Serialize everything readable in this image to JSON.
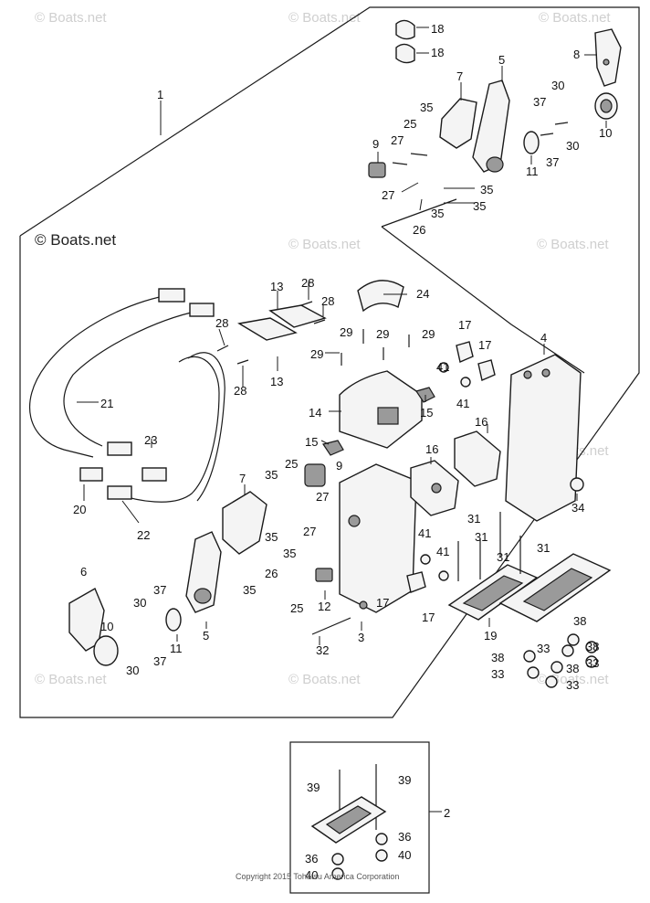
{
  "watermark": "© Boats.net",
  "copyright": "Copyright 2015 Tohatsu America Corporation",
  "callouts": {
    "n1": "1",
    "n2": "2",
    "n3": "3",
    "n4": "4",
    "n5": "5",
    "n5b": "5",
    "n6": "6",
    "n7": "7",
    "n7b": "7",
    "n8": "8",
    "n9": "9",
    "n9b": "9",
    "n10": "10",
    "n10b": "10",
    "n11": "11",
    "n11b": "11",
    "n12": "12",
    "n13": "13",
    "n13b": "13",
    "n14": "14",
    "n15": "15",
    "n15b": "15",
    "n16": "16",
    "n16b": "16",
    "n17": "17",
    "n17b": "17",
    "n17c": "17",
    "n17d": "17",
    "n18": "18",
    "n18b": "18",
    "n19": "19",
    "n20": "20",
    "n21": "21",
    "n22": "22",
    "n23": "23",
    "n24": "24",
    "n25": "25",
    "n25b": "25",
    "n25c": "25",
    "n26": "26",
    "n26b": "26",
    "n27": "27",
    "n27b": "27",
    "n27c": "27",
    "n27d": "27",
    "n28": "28",
    "n28b": "28",
    "n28c": "28",
    "n28d": "28",
    "n29": "29",
    "n29b": "29",
    "n29c": "29",
    "n29d": "29",
    "n30": "30",
    "n30b": "30",
    "n30c": "30",
    "n30d": "30",
    "n31": "31",
    "n31b": "31",
    "n31c": "31",
    "n31d": "31",
    "n32": "32",
    "n33": "33",
    "n33b": "33",
    "n33c": "33",
    "n33d": "33",
    "n34": "34",
    "n35": "35",
    "n35b": "35",
    "n35c": "35",
    "n35d": "35",
    "n35e": "35",
    "n35f": "35",
    "n35g": "35",
    "n35h": "35",
    "n36": "36",
    "n36b": "36",
    "n37": "37",
    "n37b": "37",
    "n37c": "37",
    "n37d": "37",
    "n38": "38",
    "n38b": "38",
    "n38c": "38",
    "n38d": "38",
    "n39": "39",
    "n39b": "39",
    "n40": "40",
    "n40b": "40",
    "n41": "41",
    "n41b": "41",
    "n41c": "41",
    "n41d": "41"
  }
}
